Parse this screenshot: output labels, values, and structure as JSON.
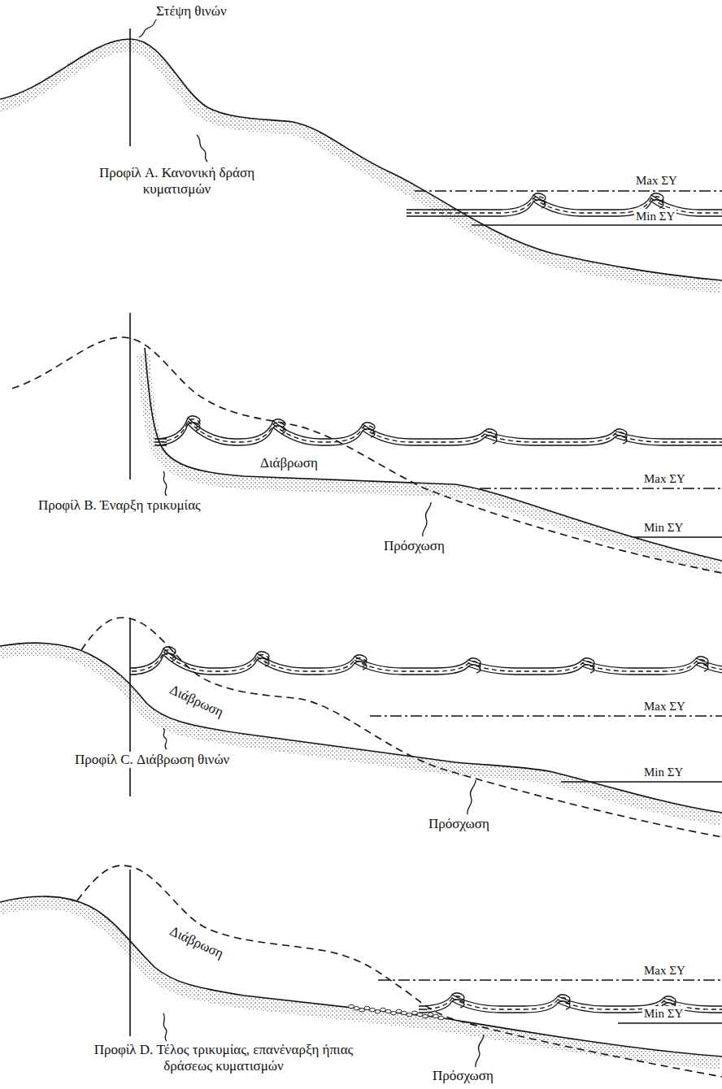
{
  "diagram": {
    "labels": [
      "Στέψη θινών",
      "Προφίλ A. Κανονική δράση κυματισμών",
      "Max ΣΥ",
      "Min ΣΥ",
      "Διάβρωση",
      "Max ΣΥ",
      "Προφίλ B. Έναρξη τρικυμίας",
      "Min ΣΥ",
      "Πρόσχωση",
      "Διάβρωση",
      "Max ΣΥ",
      "Προφίλ C. Διάβρωση θινών",
      "Min ΣΥ",
      "Πρόσχωση",
      "Διάβρωση",
      "Max ΣΥ",
      "Min ΣΥ",
      "Προφίλ D. Τέλος τρικυμίας, επανέναρξη ήπιας δράσεως κυματισμών",
      "Πρόσχωση"
    ]
  }
}
